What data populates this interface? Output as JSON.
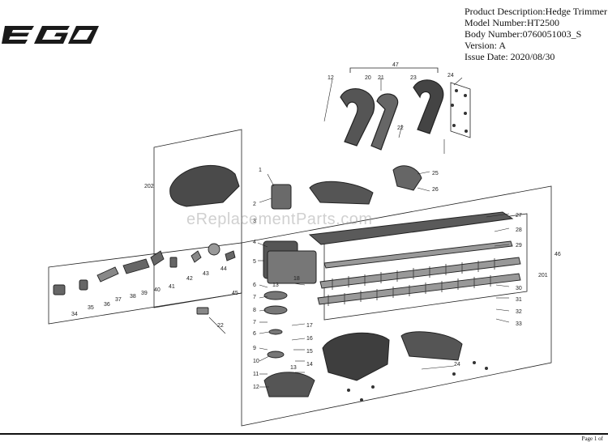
{
  "header": {
    "description": "Product Description:Hedge Trimmer",
    "model": "Model Number:HT2500",
    "body": "Body Number:0760051003_S",
    "version": "Version: A",
    "issue_date": "Issue Date: 2020/08/30"
  },
  "logo_text": "EGO",
  "watermark": "eReplacementParts.com",
  "footer": {
    "page": "Page 1 of"
  },
  "callouts": [
    "1",
    "2",
    "3",
    "4",
    "5",
    "6",
    "7",
    "8",
    "7",
    "6",
    "9",
    "10",
    "11",
    "12",
    "13",
    "14",
    "15",
    "16",
    "17",
    "18",
    "12",
    "20",
    "21",
    "22",
    "23",
    "24",
    "24",
    "25",
    "26",
    "27",
    "28",
    "29",
    "30",
    "31",
    "32",
    "33",
    "34",
    "35",
    "36",
    "37",
    "38",
    "39",
    "40",
    "41",
    "42",
    "43",
    "44",
    "45",
    "46",
    "47",
    "201",
    "202",
    "22",
    "13"
  ]
}
